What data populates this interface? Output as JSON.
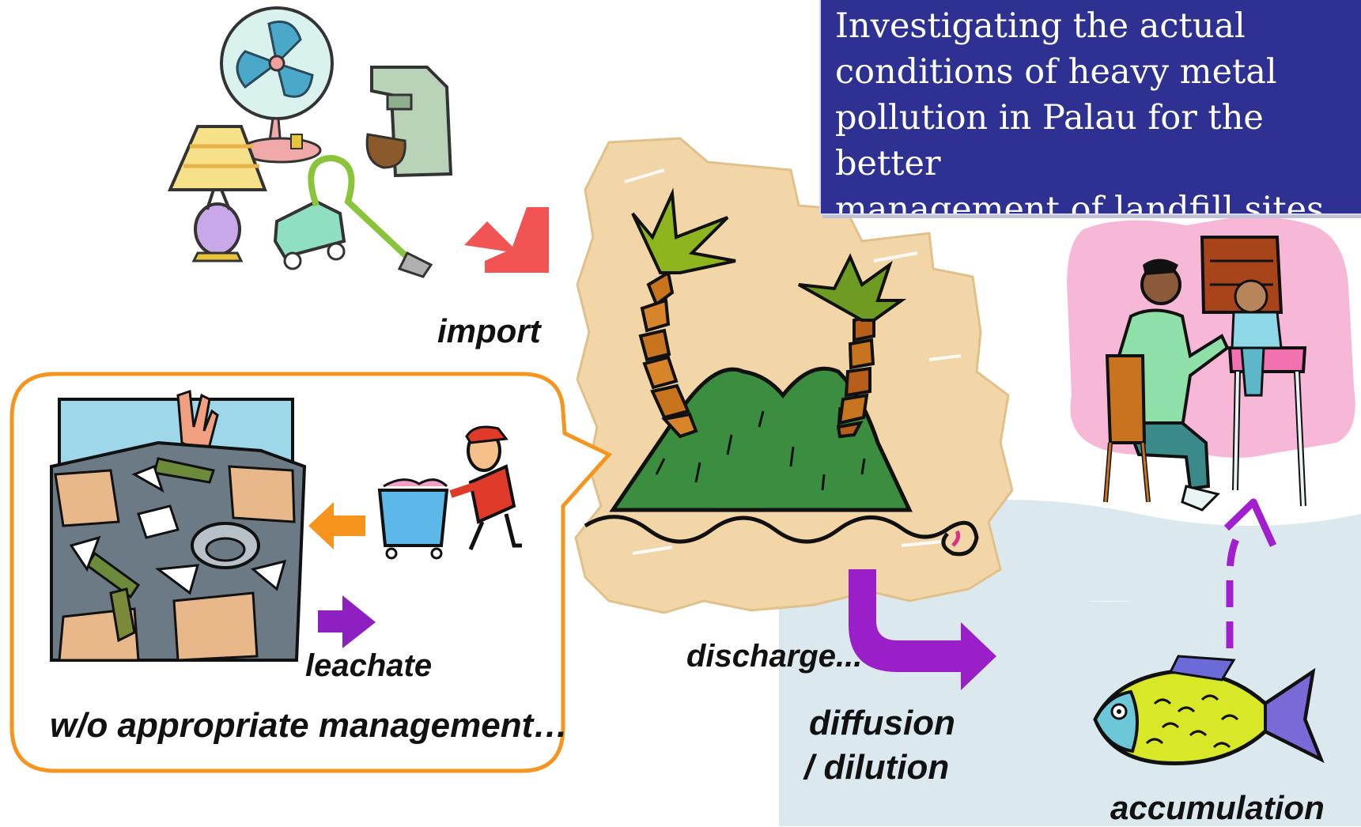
{
  "title_box": {
    "text": "Investigating the actual\nconditions of heavy metal\npollution in Palau for the better\nmanagement of landfill sites."
  },
  "labels": {
    "import": "import",
    "leachate": "leachate",
    "management": "w/o appropriate management…",
    "discharge": "discharge...",
    "diffusion_line1": "diffusion",
    "diffusion_line2": "/ dilution",
    "accumulation": "accumulation"
  },
  "colors": {
    "title_bg": "#2e3192",
    "import_arrow": "#f25454",
    "callout_border": "#f7941d",
    "landfill_arrow": "#f7941d",
    "leachate_arrow": "#8e1fc0",
    "discharge_arrow": "#9b1fc8",
    "accumulation_arrow": "#a21fcf",
    "island_bg": "#f2d6a8",
    "sea": "#dbe9ef",
    "hill": "#3b8e3f"
  },
  "icons": [
    "household-appliances-icon",
    "island-icon",
    "landfill-garbage-icon",
    "garbage-cart-worker-icon",
    "father-feeding-baby-icon",
    "fish-icon"
  ]
}
